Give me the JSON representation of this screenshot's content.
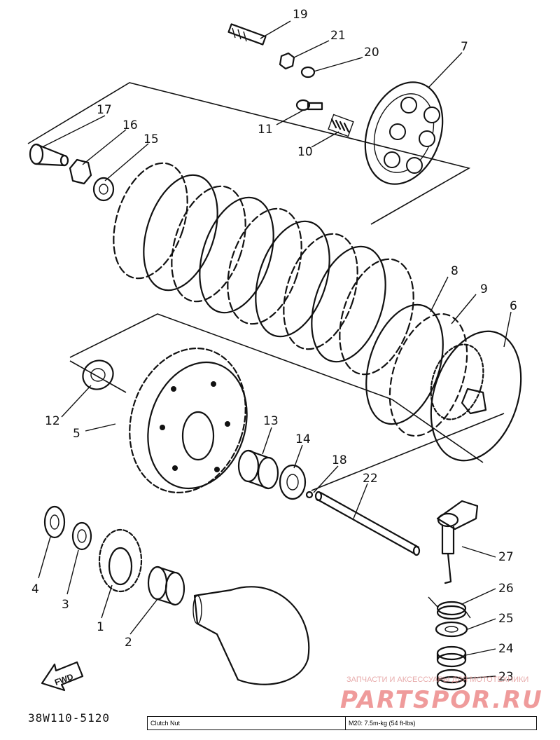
{
  "diagram": {
    "code": "38W110-5120",
    "callouts": {
      "p1": "1",
      "p2": "2",
      "p3": "3",
      "p4": "4",
      "p5": "5",
      "p6": "6",
      "p7": "7",
      "p8": "8",
      "p9": "9",
      "p10": "10",
      "p11": "11",
      "p12": "12",
      "p13": "13",
      "p14": "14",
      "p15": "15",
      "p16": "16",
      "p17": "17",
      "p18": "18",
      "p19": "19",
      "p20": "20",
      "p21": "21",
      "p22": "22",
      "p23": "23",
      "p24": "24",
      "p25": "25",
      "p26": "26",
      "p27": "27"
    },
    "fwd_label": "FWD",
    "torque_table": {
      "part": "Clutch Nut",
      "spec": "M20: 7.5m-kg (54 ft-lbs)"
    },
    "watermark": {
      "tagline": "ЗАПЧАСТИ И АКСЕССУАРЫ ДЛЯ МОТОТЕХНИКИ",
      "brand": "PARTSPOR.RU"
    }
  }
}
